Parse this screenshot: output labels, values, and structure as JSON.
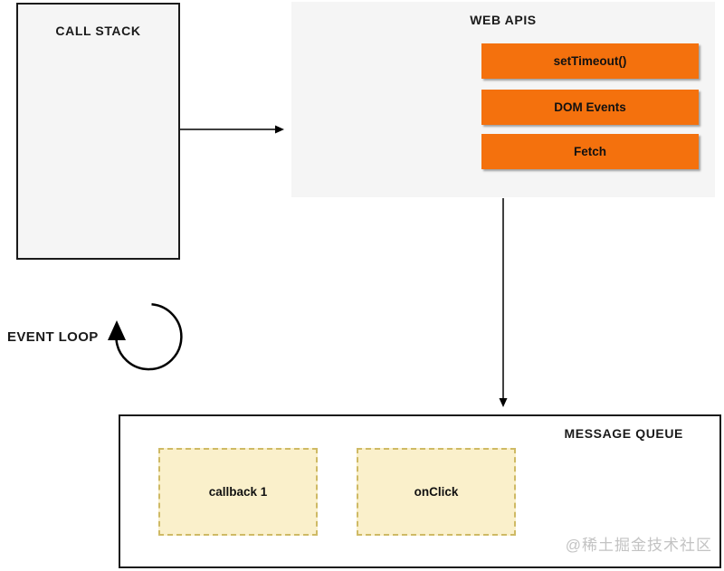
{
  "call_stack": {
    "title": "CALL STACK"
  },
  "web_apis": {
    "title": "WEB APIS",
    "buttons": [
      "setTimeout()",
      "DOM Events",
      "Fetch"
    ]
  },
  "event_loop": {
    "label": "EVENT LOOP"
  },
  "message_queue": {
    "title": "MESSAGE QUEUE",
    "items": [
      "callback 1",
      "onClick"
    ]
  },
  "watermark": "@稀土掘金技术社区",
  "colors": {
    "accent_orange": "#f4710d",
    "panel_gray": "#f5f5f5",
    "queue_item_fill": "#faf0cb",
    "queue_item_border": "#cfba65",
    "line_black": "#1a1a1a",
    "watermark_gray": "#c3c3c3"
  }
}
